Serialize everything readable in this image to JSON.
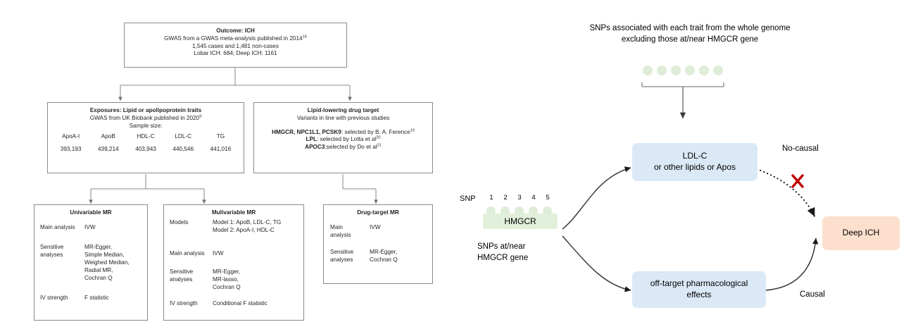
{
  "left_flowchart": {
    "outcome_box": {
      "title": "Outcome: ICH",
      "line1": "GWAS from a GWAS meta-analysis published in 2014",
      "line1_sup": "16",
      "line2": "1,545 cases and 1,481 non-cases",
      "line3": "Lobar ICH: 684; Deep ICH: 1161"
    },
    "exposures_box": {
      "title": "Exposures: Lipid or apolipoprotein traits",
      "line1": "GWAS from UK Biobank published in 2020",
      "line1_sup": "9",
      "line2": "Sample size:",
      "traits": [
        "ApoA-I",
        "ApoB",
        "HDL-C",
        "LDL-C",
        "TG"
      ],
      "sample_sizes": [
        "393,193",
        "439,214",
        "403,943",
        "440,546",
        "441,016"
      ]
    },
    "drug_target_box": {
      "title": "Lipid-lowering  drug target",
      "line1": "Variants in line with previous studies",
      "items": [
        {
          "bold": "HMGCR, NPC1L1, PCSK9",
          "rest": ": selected by B. A. Ference",
          "sup": "19"
        },
        {
          "bold": "LPL",
          "rest": ": selected by Lotta et al",
          "sup": "20"
        },
        {
          "bold": "APOC3",
          "rest": ":selected by Do et al",
          "sup": "21"
        }
      ]
    },
    "univariable_box": {
      "title": "Univariable MR",
      "rows": [
        {
          "key": "Main analysis",
          "value": "IVW"
        },
        {
          "key": "Sensitive\nanalyses",
          "value": "MR-Egger,\nSimple Median,\nWeighed Median,\nRadial MR,\nCochran Q"
        },
        {
          "key": "IV strength",
          "value": "F statistic"
        }
      ]
    },
    "multivariable_box": {
      "title": "Mulivariable MR",
      "rows": [
        {
          "key": "Models",
          "value": "Model 1: ApoB, LDL-C, TG\nModel 2: ApoA-I, HDL-C"
        },
        {
          "key": "Main analysis",
          "value": "IVW"
        },
        {
          "key": "Sensitive\nanalyses",
          "value": "MR-Egger,\nMR-lasso,\nCochran Q"
        },
        {
          "key": "IV strength",
          "value": "Conditional F statistic"
        }
      ]
    },
    "drug_target_mr_box": {
      "title": "Drug-target MR",
      "rows": [
        {
          "key": "Main\nanalysis",
          "value": "IVW"
        },
        {
          "key": "Sensitive\nanalyses",
          "value": "MR-Egger,\nCochran Q"
        }
      ]
    }
  },
  "right_diagram": {
    "header_line1": "SNPs associated with each trait from the whole genome",
    "header_line2": "excluding those at/near HMGCR gene",
    "genome_dots_count": 6,
    "snp_label": "SNP",
    "snp_numbers": [
      "1",
      "2",
      "3",
      "4",
      "5"
    ],
    "gene_pill_label": "HMGCR",
    "snp_caption_line1": "SNPs at/near",
    "snp_caption_line2": "HMGCR gene",
    "ldl_box": {
      "line1": "LDL-C",
      "line2": "or other lipids or Apos",
      "color": "#dbe9f6"
    },
    "offtarget_box": {
      "line1": "off-target pharmacological",
      "line2": "effects",
      "color": "#dbe9f6"
    },
    "outcome_box": {
      "label": "Deep ICH",
      "color": "#fce0cd"
    },
    "edge_labels": {
      "no_causal": "No-causal",
      "causal": "Causal"
    },
    "colors": {
      "green_dot": "#dfecd8",
      "gene_pill": "#e2efda",
      "cross_mark": "#c00000",
      "line": "#404040"
    }
  }
}
